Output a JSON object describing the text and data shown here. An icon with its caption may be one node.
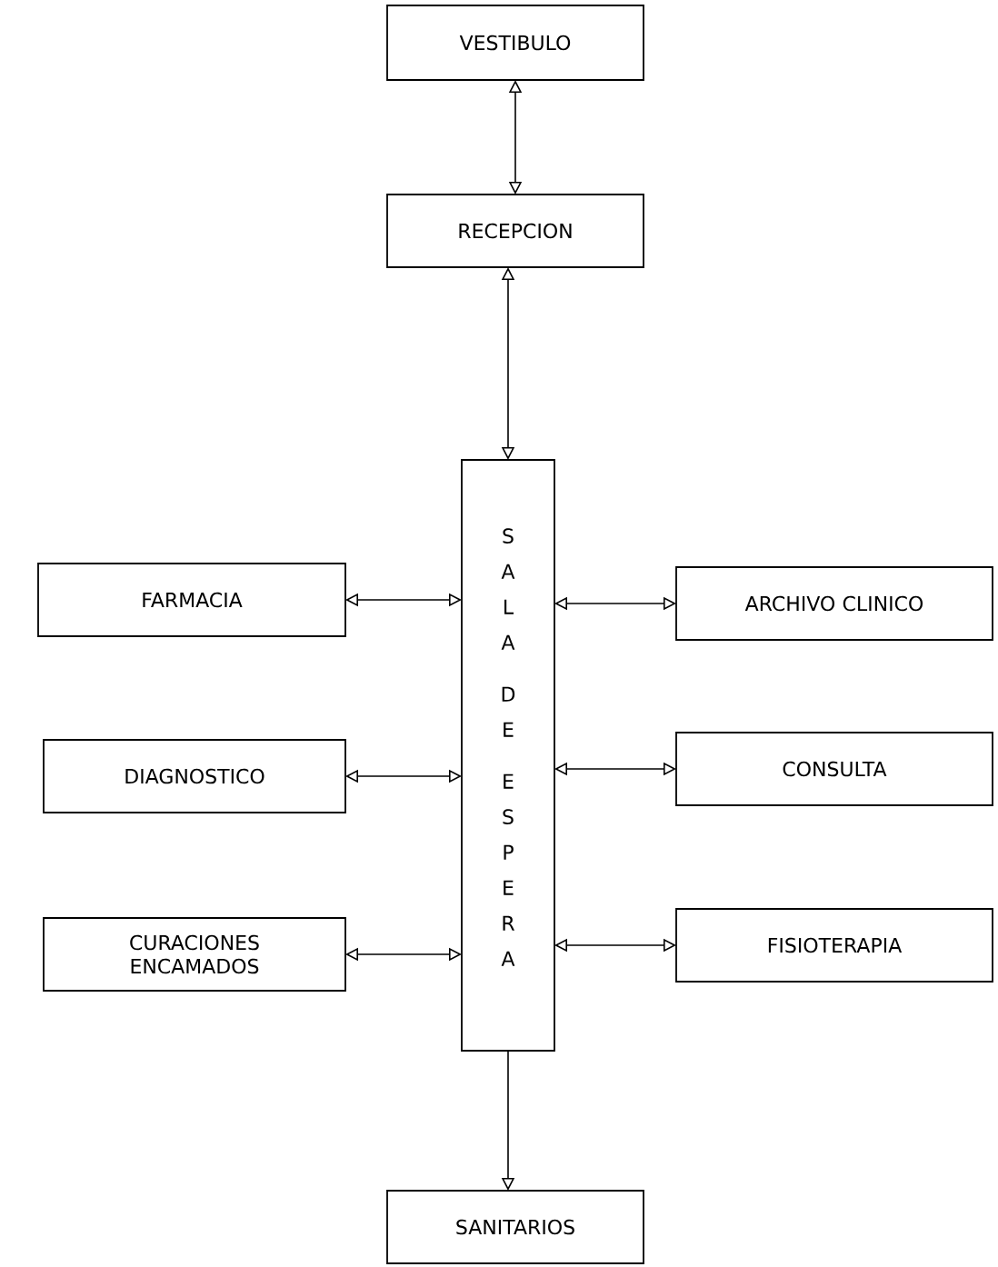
{
  "diagram": {
    "nodes": [
      {
        "text": [
          "VESTIBULO"
        ]
      },
      {
        "text": [
          "RECEPCION"
        ]
      },
      {
        "text": [
          "SALA DE ESPERA"
        ]
      },
      {
        "text": [
          "FARMACIA"
        ]
      },
      {
        "text": [
          "ARCHIVO CLINICO"
        ]
      },
      {
        "text": [
          "DIAGNOSTICO"
        ]
      },
      {
        "text": [
          "CONSULTA"
        ]
      },
      {
        "text": [
          "CURACIONES ENCAMADOS"
        ]
      },
      {
        "text": [
          "FISIOTERAPIA"
        ]
      },
      {
        "text": [
          "SANITARIOS"
        ]
      }
    ],
    "edges": [
      {
        "from": 0,
        "to": 1,
        "arrow": "both"
      },
      {
        "from": 1,
        "to": 2,
        "arrow": "both"
      },
      {
        "from": 3,
        "to": 2,
        "arrow": "both"
      },
      {
        "from": 2,
        "to": 4,
        "arrow": "both"
      },
      {
        "from": 5,
        "to": 2,
        "arrow": "both"
      },
      {
        "from": 2,
        "to": 6,
        "arrow": "both"
      },
      {
        "from": 7,
        "to": 2,
        "arrow": "both"
      },
      {
        "from": 2,
        "to": 8,
        "arrow": "both"
      },
      {
        "from": 2,
        "to": 9,
        "arrow": "to"
      }
    ]
  }
}
